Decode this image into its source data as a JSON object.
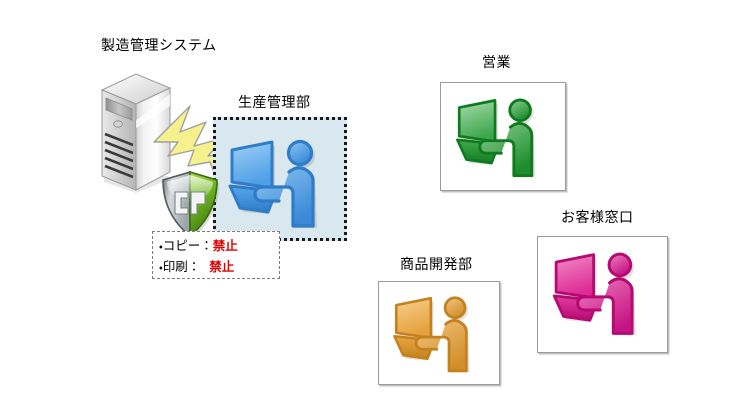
{
  "diagram": {
    "title_system": "製造管理システム",
    "nodes": {
      "production": {
        "label": "生産管理部",
        "icon": "person-at-computer-icon",
        "color": "#3a90e0"
      },
      "sales": {
        "label": "営業",
        "icon": "person-at-computer-icon",
        "color": "#23a03a"
      },
      "development": {
        "label": "商品開発部",
        "icon": "person-at-computer-icon",
        "color": "#e0982f"
      },
      "customer": {
        "label": "お客様窓口",
        "icon": "person-at-computer-icon",
        "color": "#e0219b"
      }
    },
    "shield": {
      "name": "cp-shield-icon",
      "text": "CP",
      "left_color": "#b9bcbe",
      "right_color": "#6cb522"
    },
    "bolt": {
      "name": "lightning-bolt-icon",
      "color": "#f5f08a"
    },
    "note": {
      "rows": [
        {
          "bullet": "・",
          "label": "コピー：",
          "value": "禁止"
        },
        {
          "bullet": "・",
          "label": "印刷：",
          "value": "禁止"
        }
      ],
      "deny_color": "#e00000"
    }
  }
}
